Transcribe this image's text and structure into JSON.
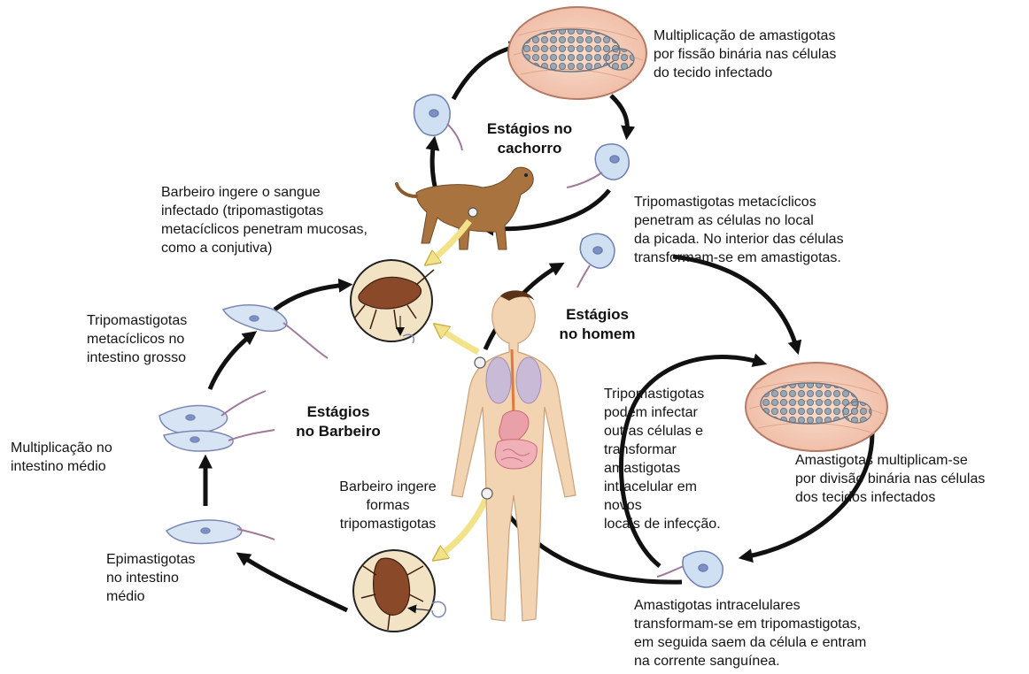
{
  "stages": {
    "dog": "Estágios no\ncachorro",
    "human": "Estágios\nno homem",
    "bug": "Estágios\nno Barbeiro"
  },
  "labels": {
    "amastigote_multiplication_tissue": "Multiplicação de amastigotas\npor fissão binária nas células\ndo tecido infectado",
    "trypo_penetrate": "Tripomastigotas metacíclicos\npenetram as células no local\nda picada. No interior das células\ntransformam-se em amastigotas.",
    "bug_ingests_blood": "Barbeiro ingere o sangue\ninfectado (tripomastigotas\nmetacíclicos penetram mucosas,\ncomo a conjutiva)",
    "trypo_hindgut": "Tripomastigotas\nmetacíclicos no\nintestino grosso",
    "multiplication_midgut": "Multiplicação no\nintestino médio",
    "epimastigotes_midgut": "Epimastigotas\nno intestino\nmédio",
    "bug_ingests_trypo": "Barbeiro ingere\nformas\ntripomastigotas",
    "trypo_infect_other": "Tripomastigotas\n podem infectar\noutras células e\ntransformar\namastigotas\nintracelular em\n novos\n  locais de infecção.",
    "amastigote_multiply_tissues": "Amastigotas multiplicam-se\npor divisão binária nas células\ndos tecidos infectados",
    "amastigote_transform": "Amastigotas intracelulares\ntransformam-se em tripomastigotas,\nem seguida saem da célula e entram\nna corrente sanguínea."
  },
  "colors": {
    "arrow": "#111111",
    "yellow_arrow": "#f2e38a",
    "cell_fill": "#f3cdb8",
    "cell_stroke": "#a06a5a",
    "skin": "#f2d3b2",
    "dog": "#a9733f",
    "bug": "#8a4a2a",
    "parasite": "#b8d4f0",
    "parasite_outline": "#6d7fae"
  }
}
